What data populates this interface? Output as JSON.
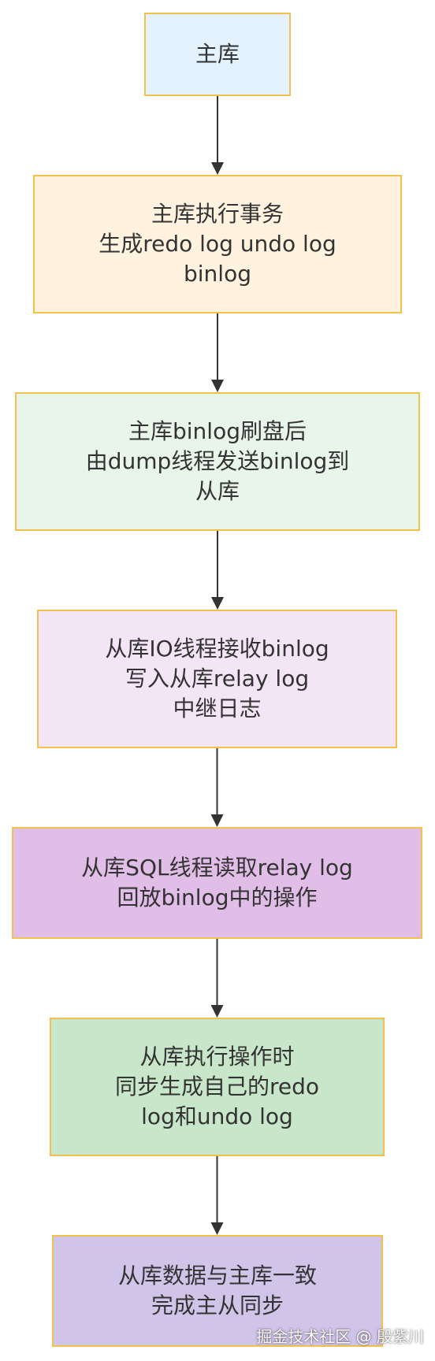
{
  "diagram": {
    "border_color": "#f2c14b",
    "arrow_color": "#333333",
    "nodes": [
      {
        "id": "n1",
        "fill": "#e3f2fd",
        "lines": [
          "主库"
        ]
      },
      {
        "id": "n2",
        "fill": "#fff3e0",
        "lines": [
          "主库执行事务",
          "生成redo log undo log",
          "binlog"
        ]
      },
      {
        "id": "n3",
        "fill": "#e8f5e9",
        "lines": [
          "主库binlog刷盘后",
          "由dump线程发送binlog到",
          "从库"
        ]
      },
      {
        "id": "n4",
        "fill": "#f3e5f5",
        "lines": [
          "从库IO线程接收binlog",
          "写入从库relay log",
          "中继日志"
        ]
      },
      {
        "id": "n5",
        "fill": "#e1bee7",
        "lines": [
          "从库SQL线程读取relay log",
          "回放binlog中的操作"
        ]
      },
      {
        "id": "n6",
        "fill": "#c8e6c9",
        "lines": [
          "从库执行操作时",
          "同步生成自己的redo",
          "log和undo log"
        ]
      },
      {
        "id": "n7",
        "fill": "#d1c4e9",
        "lines": [
          "从库数据与主库一致",
          "完成主从同步"
        ]
      }
    ],
    "edges": [
      {
        "from": "n1",
        "to": "n2"
      },
      {
        "from": "n2",
        "to": "n3"
      },
      {
        "from": "n3",
        "to": "n4"
      },
      {
        "from": "n4",
        "to": "n5"
      },
      {
        "from": "n5",
        "to": "n6"
      },
      {
        "from": "n6",
        "to": "n7"
      }
    ]
  },
  "watermark": "掘金技术社区 @ 殷紫川"
}
